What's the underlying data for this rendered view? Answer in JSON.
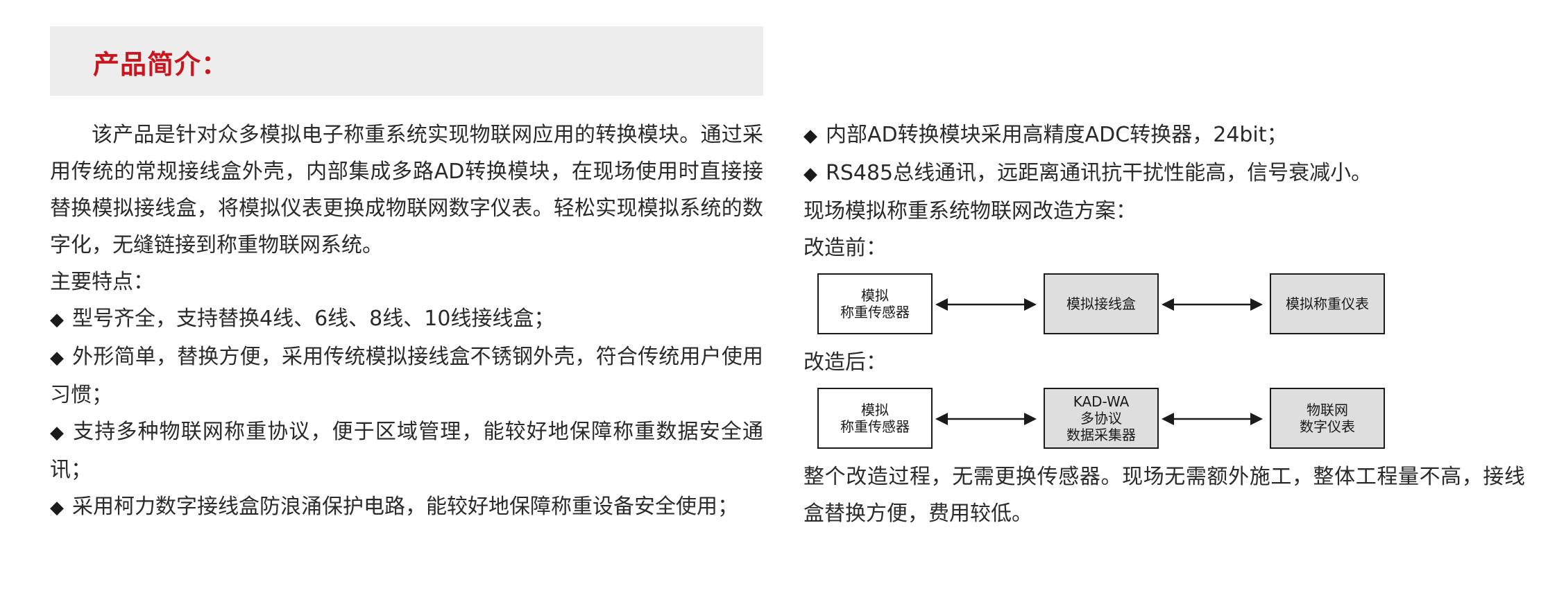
{
  "title": "产品简介：",
  "left": {
    "intro": "该产品是针对众多模拟电子称重系统实现物联网应用的转换模块。通过采用传统的常规接线盒外壳，内部集成多路AD转换模块，在现场使用时直接接替换模拟接线盒，将模拟仪表更换成物联网数字仪表。轻松实现模拟系统的数字化，无缝链接到称重物联网系统。",
    "features_heading": "主要特点：",
    "features": [
      "型号齐全，支持替换4线、6线、8线、10线接线盒；",
      "外形简单，替换方便，采用传统模拟接线盒不锈钢外壳，符合传统用户使用习惯；",
      "支持多种物联网称重协议，便于区域管理，能较好地保障称重数据安全通讯；",
      "采用柯力数字接线盒防浪涌保护电路，能较好地保障称重设备安全使用；"
    ]
  },
  "right": {
    "features": [
      "内部AD转换模块采用高精度ADC转换器，24bit；",
      "RS485总线通讯，远距离通讯抗干扰性能高，信号衰减小。"
    ],
    "scheme_heading": "现场模拟称重系统物联网改造方案：",
    "before_label": "改造前：",
    "before_boxes": [
      [
        "模拟",
        "称重传感器"
      ],
      [
        "模拟接线盒"
      ],
      [
        "模拟称重仪表"
      ]
    ],
    "after_label": "改造后：",
    "after_boxes": [
      [
        "模拟",
        "称重传感器"
      ],
      [
        "KAD-WA",
        "多协议",
        "数据采集器"
      ],
      [
        "物联网",
        "数字仪表"
      ]
    ],
    "conclusion": "整个改造过程，无需更换传感器。现场无需额外施工，整体工程量不高，接线盒替换方便，费用较低。"
  },
  "bullet_symbol": "◆",
  "colors": {
    "title": "#c7161e",
    "title_bar": "#ededed",
    "box_gray": "#dedede"
  }
}
